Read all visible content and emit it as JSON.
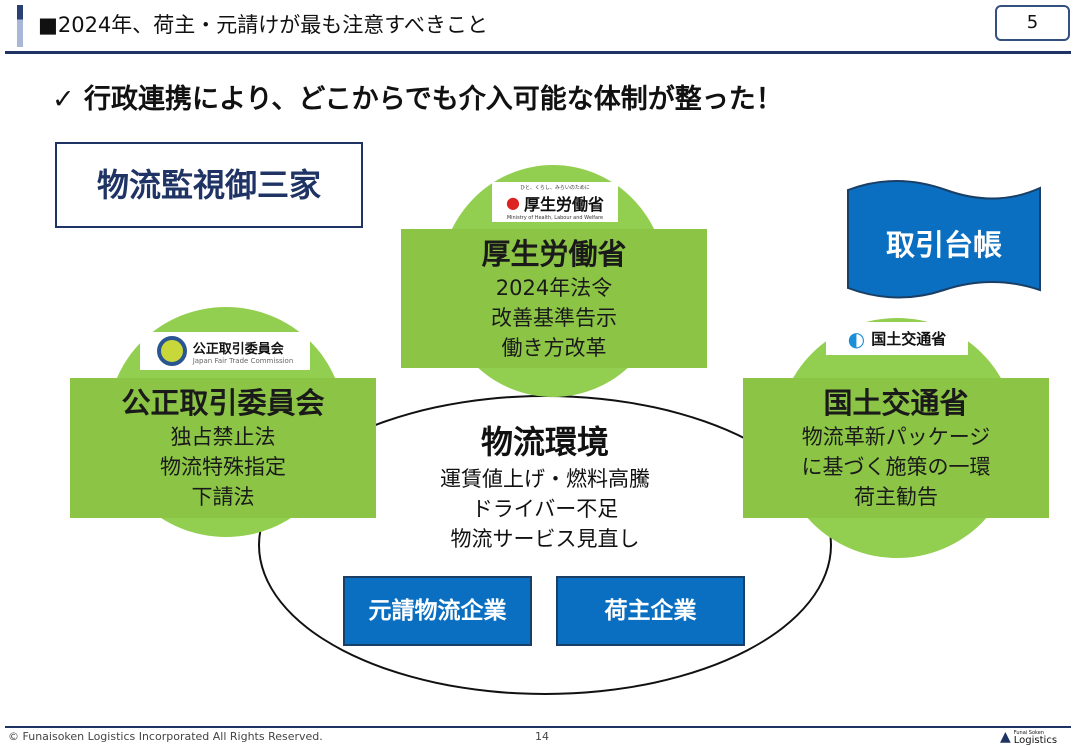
{
  "header": {
    "title": "■2024年、荷主・元請けが最も注意すべきこと",
    "page_box": "5"
  },
  "subtitle": "✓ 行政連携により、どこからでも介入可能な体制が整った！",
  "group_label": "物流監視御三家",
  "ledger_banner": "取引台帳",
  "agencies": [
    {
      "name": "厚生労働省",
      "lines": [
        "2024年法令",
        "改善基準告示",
        "働き方改革"
      ],
      "logo_text": "厚生労働省",
      "logo_tagline": "ひと、くらし、みらいのために",
      "logo_en": "Ministry of Health, Labour and Welfare"
    },
    {
      "name": "公正取引委員会",
      "lines": [
        "独占禁止法",
        "物流特殊指定",
        "下請法"
      ],
      "logo_text": "公正取引委員会",
      "logo_en": "Japan Fair Trade Commission"
    },
    {
      "name": "国土交通省",
      "lines": [
        "物流革新パッケージ",
        "に基づく施策の一環",
        "荷主勧告"
      ],
      "logo_text": "国土交通省"
    }
  ],
  "environment": {
    "title": "物流環境",
    "lines": [
      "運賃値上げ・燃料高騰",
      "ドライバー不足",
      "物流サービス見直し"
    ]
  },
  "companies": [
    "元請物流企業",
    "荷主企業"
  ],
  "footer": {
    "copyright": "© Funaisoken Logistics Incorporated All Rights Reserved.",
    "page": "14",
    "logo_small": "Funai Soken",
    "logo_big": "Logistics"
  },
  "colors": {
    "green": "#8cc545",
    "blue": "#0a6fc0",
    "navy": "#1f3464"
  }
}
